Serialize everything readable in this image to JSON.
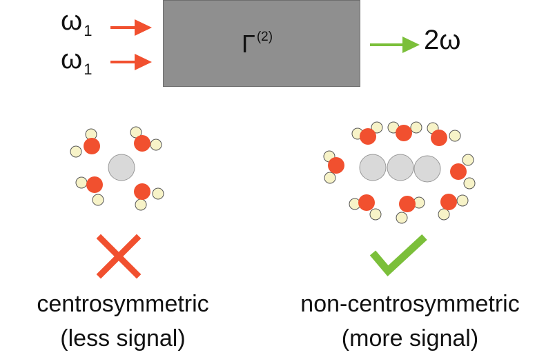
{
  "inputs": [
    {
      "symbol": "ω",
      "subscript": "1"
    },
    {
      "symbol": "ω",
      "subscript": "1"
    }
  ],
  "process": {
    "symbol": "Γ",
    "superscript": "(2)"
  },
  "output": {
    "label": "2ω"
  },
  "cases": [
    {
      "caption_line1": "centrosymmetric",
      "caption_line2": "(less signal)",
      "result_icon": "cross-icon"
    },
    {
      "caption_line1": "non-centrosymmetric",
      "caption_line2": "(more signal)",
      "result_icon": "check-icon"
    }
  ],
  "colors": {
    "input_arrow": "#f1502f",
    "output_arrow": "#7bbf3a",
    "box_fill": "#8f8f8f",
    "oxygen": "#f1502f",
    "hydrogen": "#f7f3c8",
    "ion": "#d9d9d9",
    "cross": "#f1502f",
    "check": "#7bbf3a"
  }
}
